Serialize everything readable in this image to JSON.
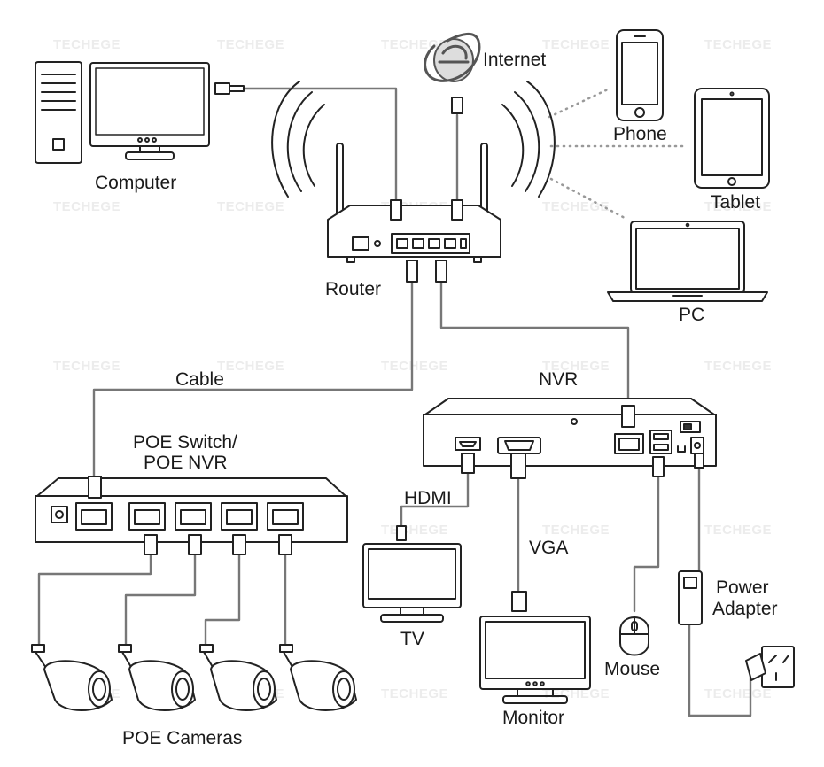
{
  "labels": {
    "internet": "Internet",
    "computer": "Computer",
    "router": "Router",
    "phone": "Phone",
    "tablet": "Tablet",
    "pc": "PC",
    "cable": "Cable",
    "nvr": "NVR",
    "poe_switch_line1": "POE Switch/",
    "poe_switch_line2": "POE NVR",
    "hdmi": "HDMI",
    "vga": "VGA",
    "tv": "TV",
    "monitor": "Monitor",
    "mouse": "Mouse",
    "power_adapter_line1": "Power",
    "power_adapter_line2": "Adapter",
    "poe_cameras": "POE Cameras"
  },
  "watermark": "TECHEGE",
  "colors": {
    "line": "#222222",
    "cable": "#6b6b6b",
    "device_fill": "#ffffff",
    "device_dark": "#333333",
    "internet_icon": "#555555"
  }
}
